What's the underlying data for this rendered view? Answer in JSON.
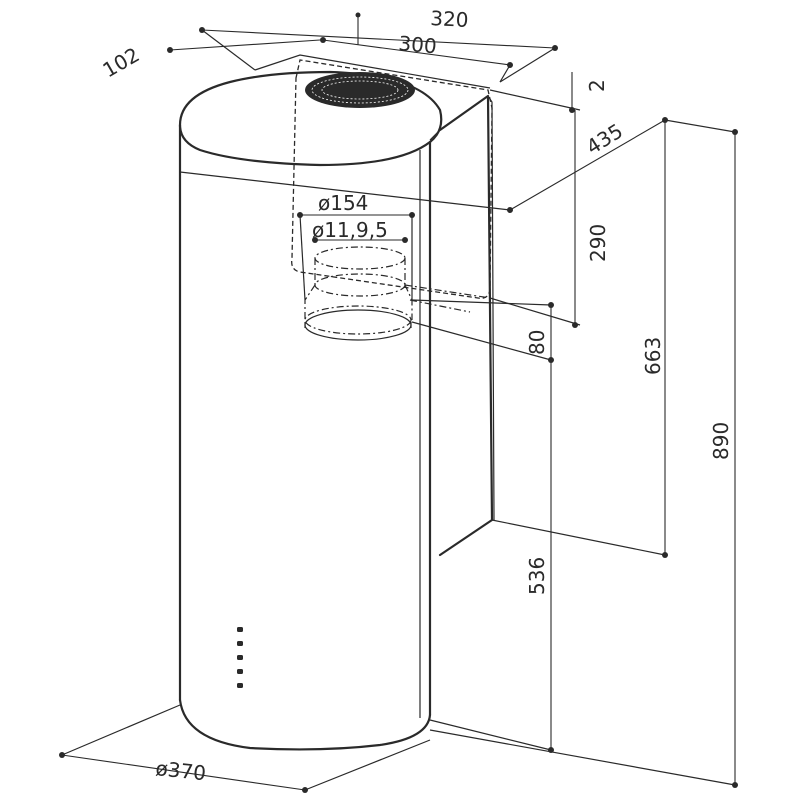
{
  "dimensions": {
    "width_top": "320",
    "width_inner": "300",
    "depth_offset": "102",
    "gap_top": "2",
    "depth": "435",
    "duct_outer": "ø154",
    "duct_inner": "ø11,9,5",
    "duct_height": "290",
    "flange": "80",
    "bracket_height": "663",
    "total_height": "890",
    "lower_height": "536",
    "body_diameter": "ø370"
  },
  "control_buttons": 5
}
